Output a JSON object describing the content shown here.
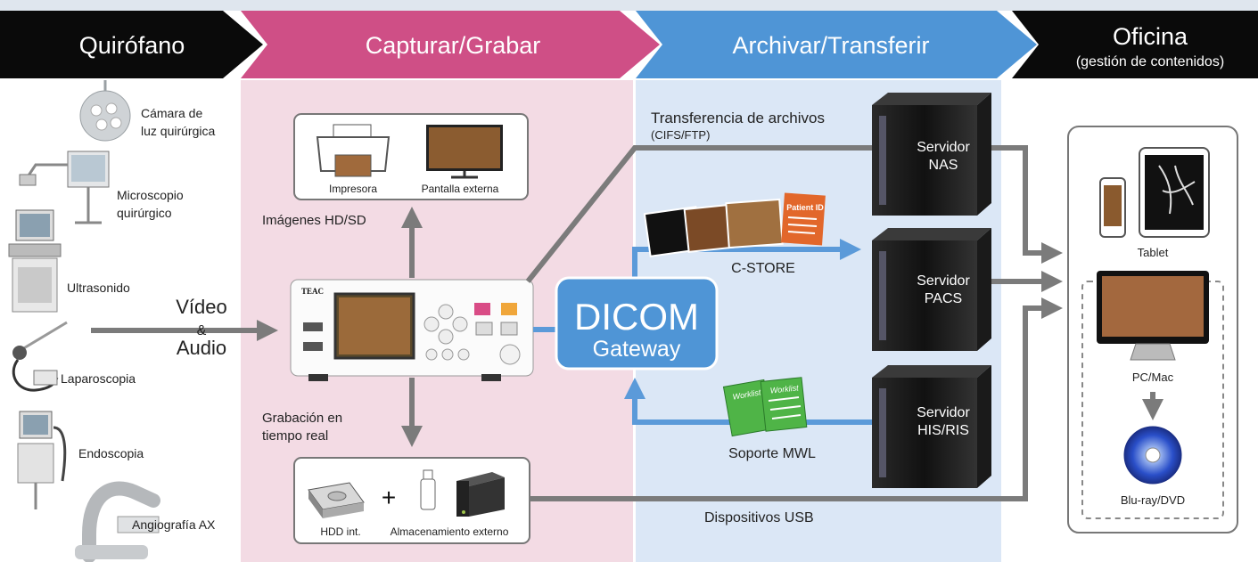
{
  "stages": [
    {
      "label": "Quirófano",
      "color": "#0a0a0a"
    },
    {
      "label": "Capturar/Grabar",
      "color": "#cf4f86"
    },
    {
      "label": "Archivar/Transferir",
      "color": "#4f95d6"
    },
    {
      "label": "Oficina",
      "sublabel": "(gestión de contenidos)",
      "color": "#0a0a0a"
    }
  ],
  "colors": {
    "capture_bg": "#f3dbe4",
    "archive_bg": "#dbe7f6",
    "gray_arrow": "#7b7b7b",
    "blue_arrow": "#5b9ad9",
    "dicom_box": "#4f95d6"
  },
  "sources": [
    {
      "label": "Cámara de",
      "label2": "luz quirúrgica",
      "icon": "surgical-light-camera-icon"
    },
    {
      "label": "Microscopio",
      "label2": "quirúrgico",
      "icon": "surgical-microscope-icon"
    },
    {
      "label": "Ultrasonido",
      "icon": "ultrasound-icon"
    },
    {
      "label": "Laparoscopia",
      "icon": "laparoscope-icon"
    },
    {
      "label": "Endoscopia",
      "icon": "endoscope-icon"
    },
    {
      "label": "Angiografía AX",
      "icon": "angiography-icon"
    }
  ],
  "input": {
    "line1": "Vídeo",
    "line2": "&",
    "line3": "Audio"
  },
  "recorder": {
    "brand": "TEAC",
    "icon": "recorder-device-icon"
  },
  "output_box": {
    "printer": "Impresora",
    "monitor": "Pantalla externa",
    "caption": "Imágenes HD/SD"
  },
  "storage_box": {
    "caption_line1": "Grabación en",
    "caption_line2": "tiempo real",
    "hdd": "HDD int.",
    "external": "Almacenamiento externo",
    "plus": "+"
  },
  "dicom": {
    "line1": "DICOM",
    "line2": "Gateway"
  },
  "transfer": {
    "line1": "Transferencia de archivos",
    "line2": "(CIFS/FTP)"
  },
  "cstore": {
    "label": "C-STORE",
    "badge": "Patient ID"
  },
  "mwl": {
    "label": "Soporte MWL",
    "badge": "Worklist"
  },
  "usb_label": "Dispositivos USB",
  "servers": [
    {
      "line1": "Servidor",
      "line2": "NAS"
    },
    {
      "line1": "Servidor",
      "line2": "PACS"
    },
    {
      "line1": "Servidor",
      "line2": "HIS/RIS"
    }
  ],
  "office": {
    "tablet": "Tablet",
    "pc": "PC/Mac",
    "disc": "Blu-ray/DVD"
  }
}
